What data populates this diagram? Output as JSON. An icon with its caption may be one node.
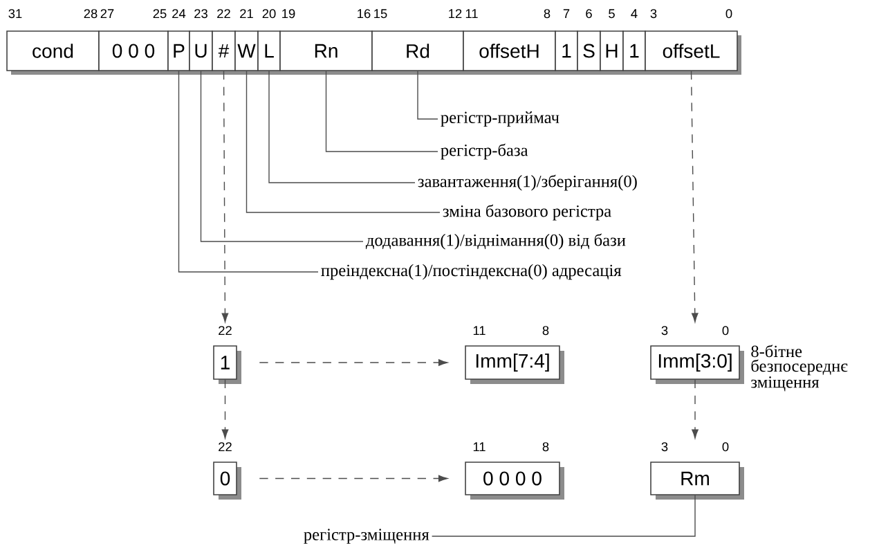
{
  "diagram": {
    "nodes": [
      {
        "text": [
          "cond"
        ],
        "beside": [
          "31",
          "28"
        ]
      },
      {
        "text": [
          "0 0 0"
        ],
        "beside": [
          "27",
          "25"
        ]
      },
      {
        "text": [
          "P"
        ],
        "beside": [
          "24"
        ]
      },
      {
        "text": [
          "U"
        ],
        "beside": [
          "23"
        ]
      },
      {
        "text": [
          "#"
        ],
        "beside": [
          "22"
        ]
      },
      {
        "text": [
          "W"
        ],
        "beside": [
          "21"
        ]
      },
      {
        "text": [
          "L"
        ],
        "beside": [
          "20"
        ]
      },
      {
        "text": [
          "Rn"
        ],
        "beside": [
          "19",
          "16"
        ]
      },
      {
        "text": [
          "Rd"
        ],
        "beside": [
          "15",
          "12"
        ]
      },
      {
        "text": [
          "offsetH"
        ],
        "beside": [
          "11",
          "8"
        ]
      },
      {
        "text": [
          "1"
        ],
        "beside": [
          "7"
        ]
      },
      {
        "text": [
          "S"
        ],
        "beside": [
          "6"
        ]
      },
      {
        "text": [
          "H"
        ],
        "beside": [
          "5"
        ]
      },
      {
        "text": [
          "1"
        ],
        "beside": [
          "4"
        ]
      },
      {
        "text": [
          "offsetL"
        ],
        "beside": [
          "3",
          "0"
        ]
      },
      {
        "text": [
          "регістр-приймач"
        ]
      },
      {
        "text": [
          "регістр-база"
        ]
      },
      {
        "text": [
          "завантаження(1)/зберігання(0)"
        ]
      },
      {
        "text": [
          "зміна базового регістра"
        ]
      },
      {
        "text": [
          "додавання(1)/віднімання(0) від бази"
        ]
      },
      {
        "text": [
          "преіндексна(1)/постіндексна(0) адресація"
        ]
      },
      {
        "text": [
          "1"
        ],
        "beside": [
          "22"
        ]
      },
      {
        "text": [
          "Imm[7:4]"
        ],
        "beside": [
          "11",
          "8"
        ]
      },
      {
        "text": [
          "Imm[3:0]"
        ],
        "beside": [
          "3",
          "0"
        ]
      },
      {
        "text": [
          "0"
        ],
        "beside": [
          "22"
        ]
      },
      {
        "text": [
          "0 0 0 0"
        ],
        "beside": [
          "11",
          "8"
        ]
      },
      {
        "text": [
          "Rm"
        ],
        "beside": [
          "3",
          "0"
        ]
      },
      {
        "text": [
          "регістр-зміщення"
        ]
      }
    ],
    "edges": [
      {
        "from": 15,
        "to": 8,
        "arrow": "none"
      },
      {
        "from": 16,
        "to": 7,
        "arrow": "none"
      },
      {
        "from": 17,
        "to": 6,
        "arrow": "none"
      },
      {
        "from": 18,
        "to": 5,
        "arrow": "none"
      },
      {
        "from": 19,
        "to": 3,
        "arrow": "none"
      },
      {
        "from": 20,
        "to": 2,
        "arrow": "none"
      },
      {
        "from": 4,
        "to": 21,
        "arrow": "to",
        "style": "dashed"
      },
      {
        "from": 14,
        "to": 23,
        "arrow": "to",
        "style": "dashed"
      },
      {
        "from": 21,
        "to": 22,
        "arrow": "to",
        "style": "dashed"
      },
      {
        "from": 21,
        "to": 24,
        "arrow": "to",
        "style": "dashed"
      },
      {
        "from": 23,
        "to": 26,
        "arrow": "to",
        "style": "dashed"
      },
      {
        "from": 24,
        "to": 25,
        "arrow": "to",
        "style": "dashed"
      },
      {
        "from": 27,
        "to": 26,
        "arrow": "none"
      }
    ],
    "labels": [
      "8-бітне безпосереднє зміщення"
    ]
  }
}
